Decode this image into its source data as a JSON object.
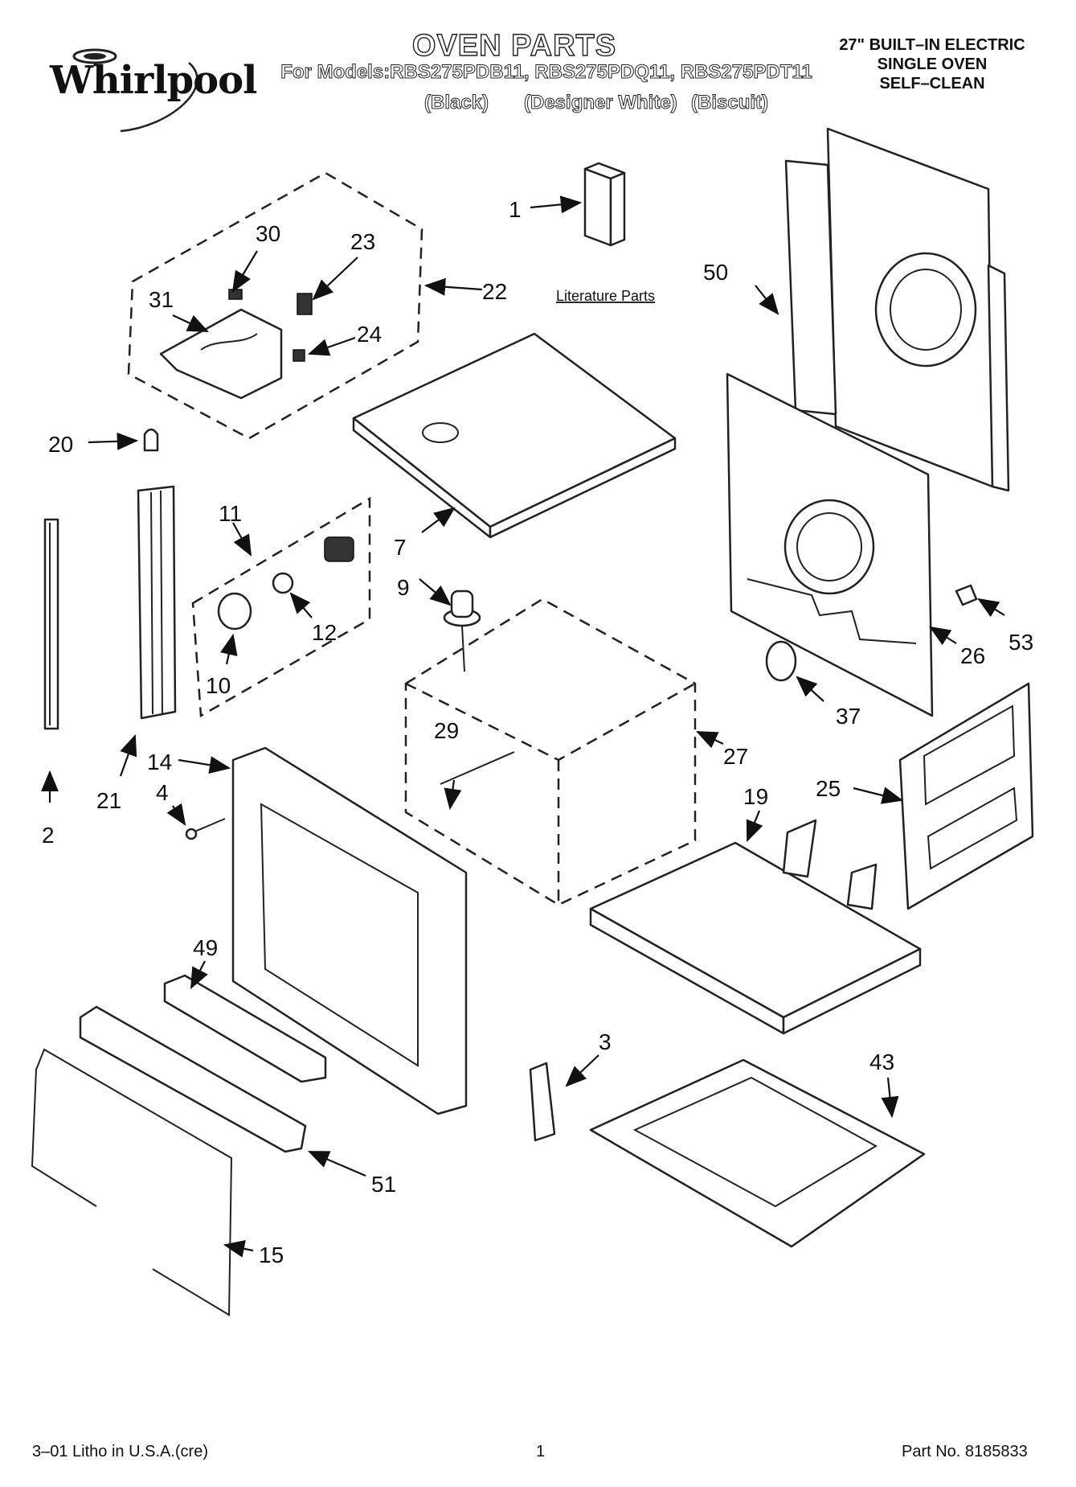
{
  "brand": {
    "logo_text": "Whirlpool"
  },
  "header": {
    "title": "OVEN PARTS",
    "models_line": "For Models:RBS275PDB11, RBS275PDQ11, RBS275PDT11",
    "variants": [
      "(Black)",
      "(Designer White)",
      "(Biscuit)"
    ]
  },
  "product_info": [
    "27\" BUILT–IN ELECTRIC",
    "SINGLE OVEN",
    "SELF–CLEAN"
  ],
  "literature_label": "Literature Parts",
  "callouts": [
    "1",
    "2",
    "3",
    "4",
    "7",
    "9",
    "10",
    "11",
    "12",
    "14",
    "15",
    "19",
    "20",
    "21",
    "22",
    "23",
    "24",
    "25",
    "26",
    "27",
    "29",
    "30",
    "31",
    "37",
    "43",
    "49",
    "50",
    "51",
    "53"
  ],
  "footer": {
    "litho": "3–01 Litho in U.S.A.(cre)",
    "page_number": "1",
    "part_no": "Part No. 8185833"
  }
}
